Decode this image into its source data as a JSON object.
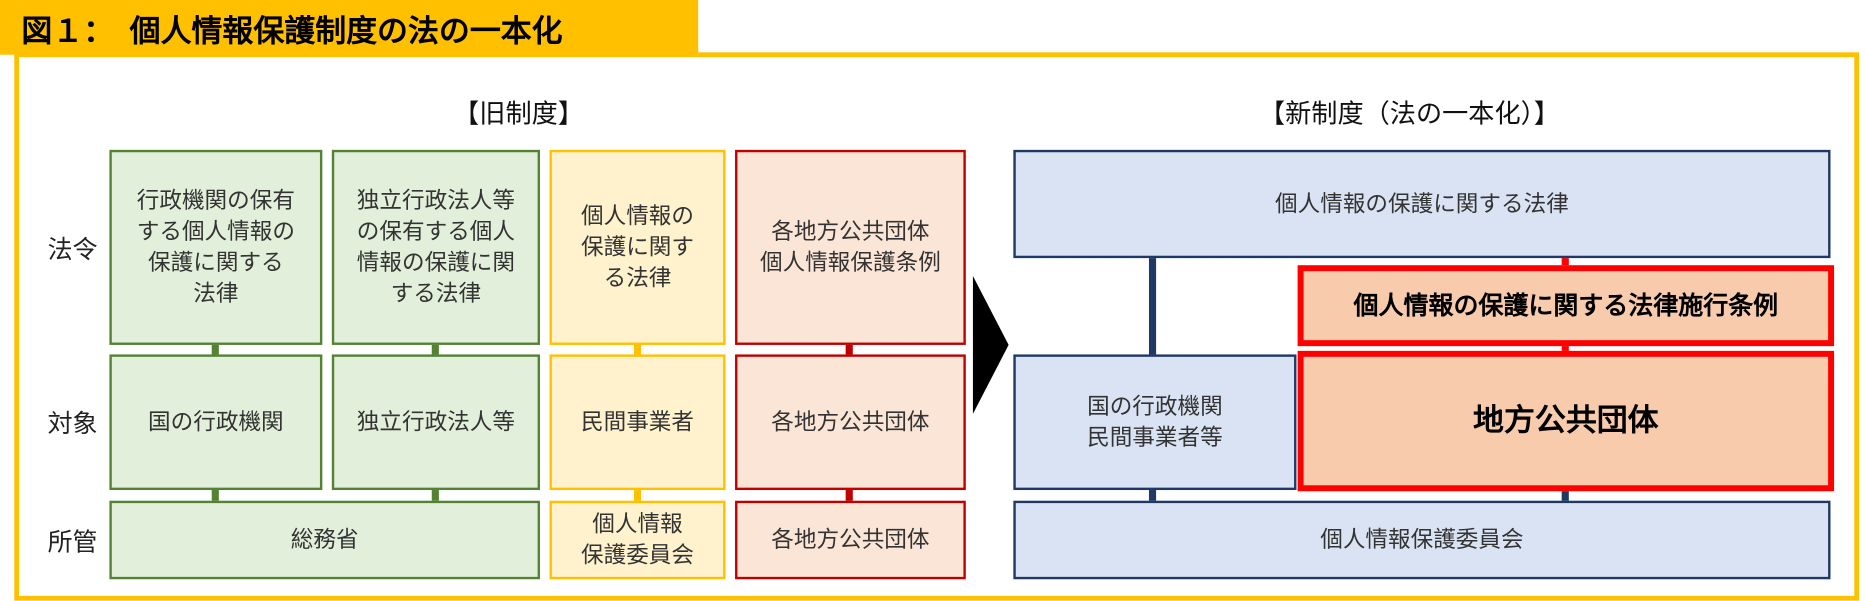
{
  "title": "図１：　個人情報保護制度の法の一本化",
  "old": {
    "heading": "【旧制度】",
    "row_labels": [
      "法令",
      "対象",
      "所管"
    ],
    "laws": [
      "行政機関の保有\nする個人情報の\n保護に関する\n法律",
      "独立行政法人等\nの保有する個人\n情報の保護に関\nする法律",
      "個人情報の\n保護に関す\nる法律",
      "各地方公共団体\n個人情報保護条例"
    ],
    "targets": [
      "国の行政機関",
      "独立行政法人等",
      "民間事業者",
      "各地方公共団体"
    ],
    "authorities": [
      "総務省",
      "個人情報\n保護委員会",
      "各地方公共団体"
    ]
  },
  "new": {
    "heading": "【新制度（法の一本化）】",
    "law": "個人情報の保護に関する法律",
    "ordinance": "個人情報の保護に関する法律施行条例",
    "target_national": "国の行政機関\n民間事業者等",
    "target_local": "地方公共団体",
    "authority": "個人情報保護委員会"
  },
  "colors": {
    "frame": "#ffc000",
    "green": "#548235",
    "yellow": "#ffc000",
    "red": "#c00000",
    "navy": "#1f3864",
    "highlight": "#ff0000"
  }
}
